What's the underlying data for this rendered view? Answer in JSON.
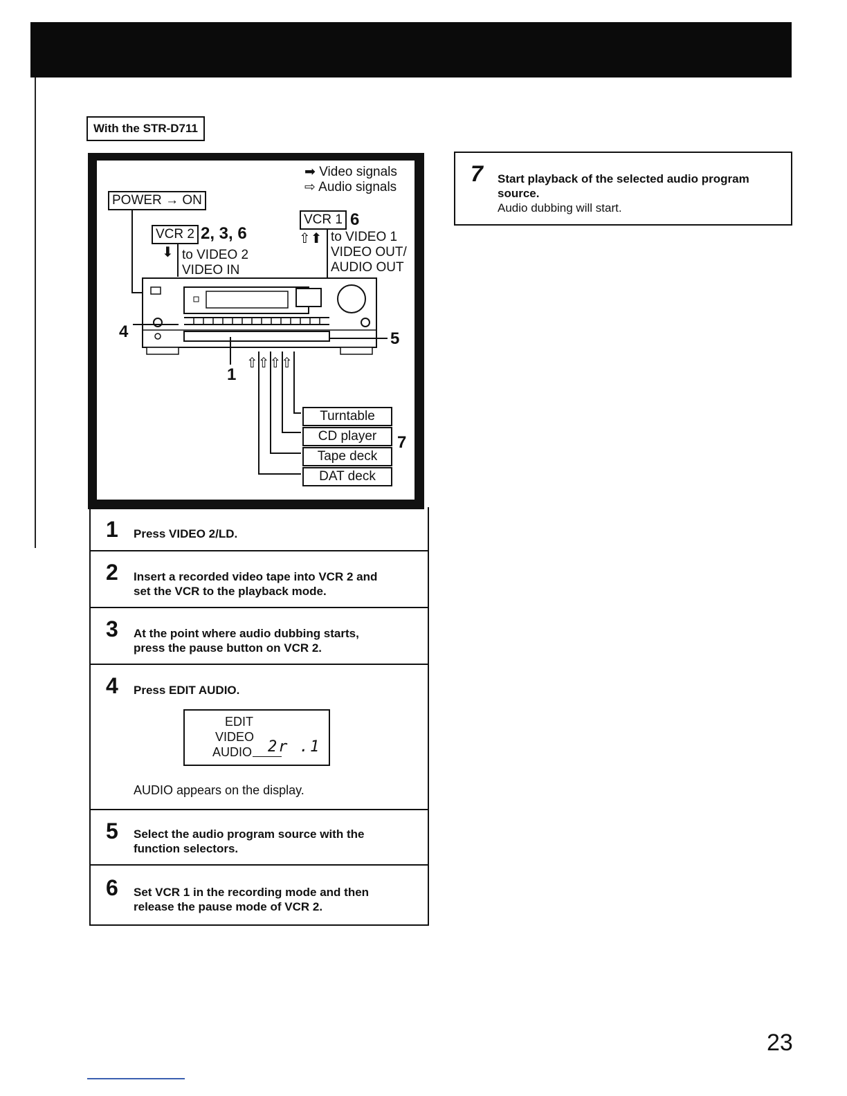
{
  "header": {
    "section_title": ""
  },
  "model_label": "With the STR-D711",
  "diagram": {
    "legend": {
      "video": "Video signals",
      "audio": "Audio signals"
    },
    "power": {
      "label": "POWER",
      "state": "ON"
    },
    "vcr2": {
      "label": "VCR 2",
      "steps": "2, 3, 6",
      "line1": "to VIDEO 2",
      "line2": "VIDEO IN"
    },
    "vcr1": {
      "label": "VCR 1",
      "step": "6",
      "line1": "to VIDEO 1",
      "line2": "VIDEO OUT/",
      "line3": "AUDIO OUT"
    },
    "callouts": {
      "c1": "1",
      "c4": "4",
      "c5": "5",
      "c7": "7"
    },
    "sources": [
      "Turntable",
      "CD player",
      "Tape deck",
      "DAT deck"
    ]
  },
  "steps": [
    {
      "num": "1",
      "text": "Press VIDEO 2/LD."
    },
    {
      "num": "2",
      "line1": "Insert a recorded video tape into VCR 2 and",
      "line2": "set the VCR to the playback mode."
    },
    {
      "num": "3",
      "line1": "At the point where audio dubbing starts,",
      "line2": "press the pause button on VCR 2."
    },
    {
      "num": "4",
      "text": "Press EDIT AUDIO.",
      "note": "AUDIO appears on the display.",
      "display": {
        "l1": "EDIT",
        "l2": "VIDEO",
        "l3": "AUDIO",
        "segment": "2r .1"
      }
    },
    {
      "num": "5",
      "line1": "Select the audio program source with the",
      "line2": "function selectors."
    },
    {
      "num": "6",
      "line1": "Set VCR 1 in the recording mode and then",
      "line2": "release the pause mode of VCR 2."
    }
  ],
  "step7": {
    "num": "7",
    "line1": "Start playback of the selected audio program",
    "line2": "source.",
    "note": "Audio dubbing will start."
  },
  "page_number": "23"
}
